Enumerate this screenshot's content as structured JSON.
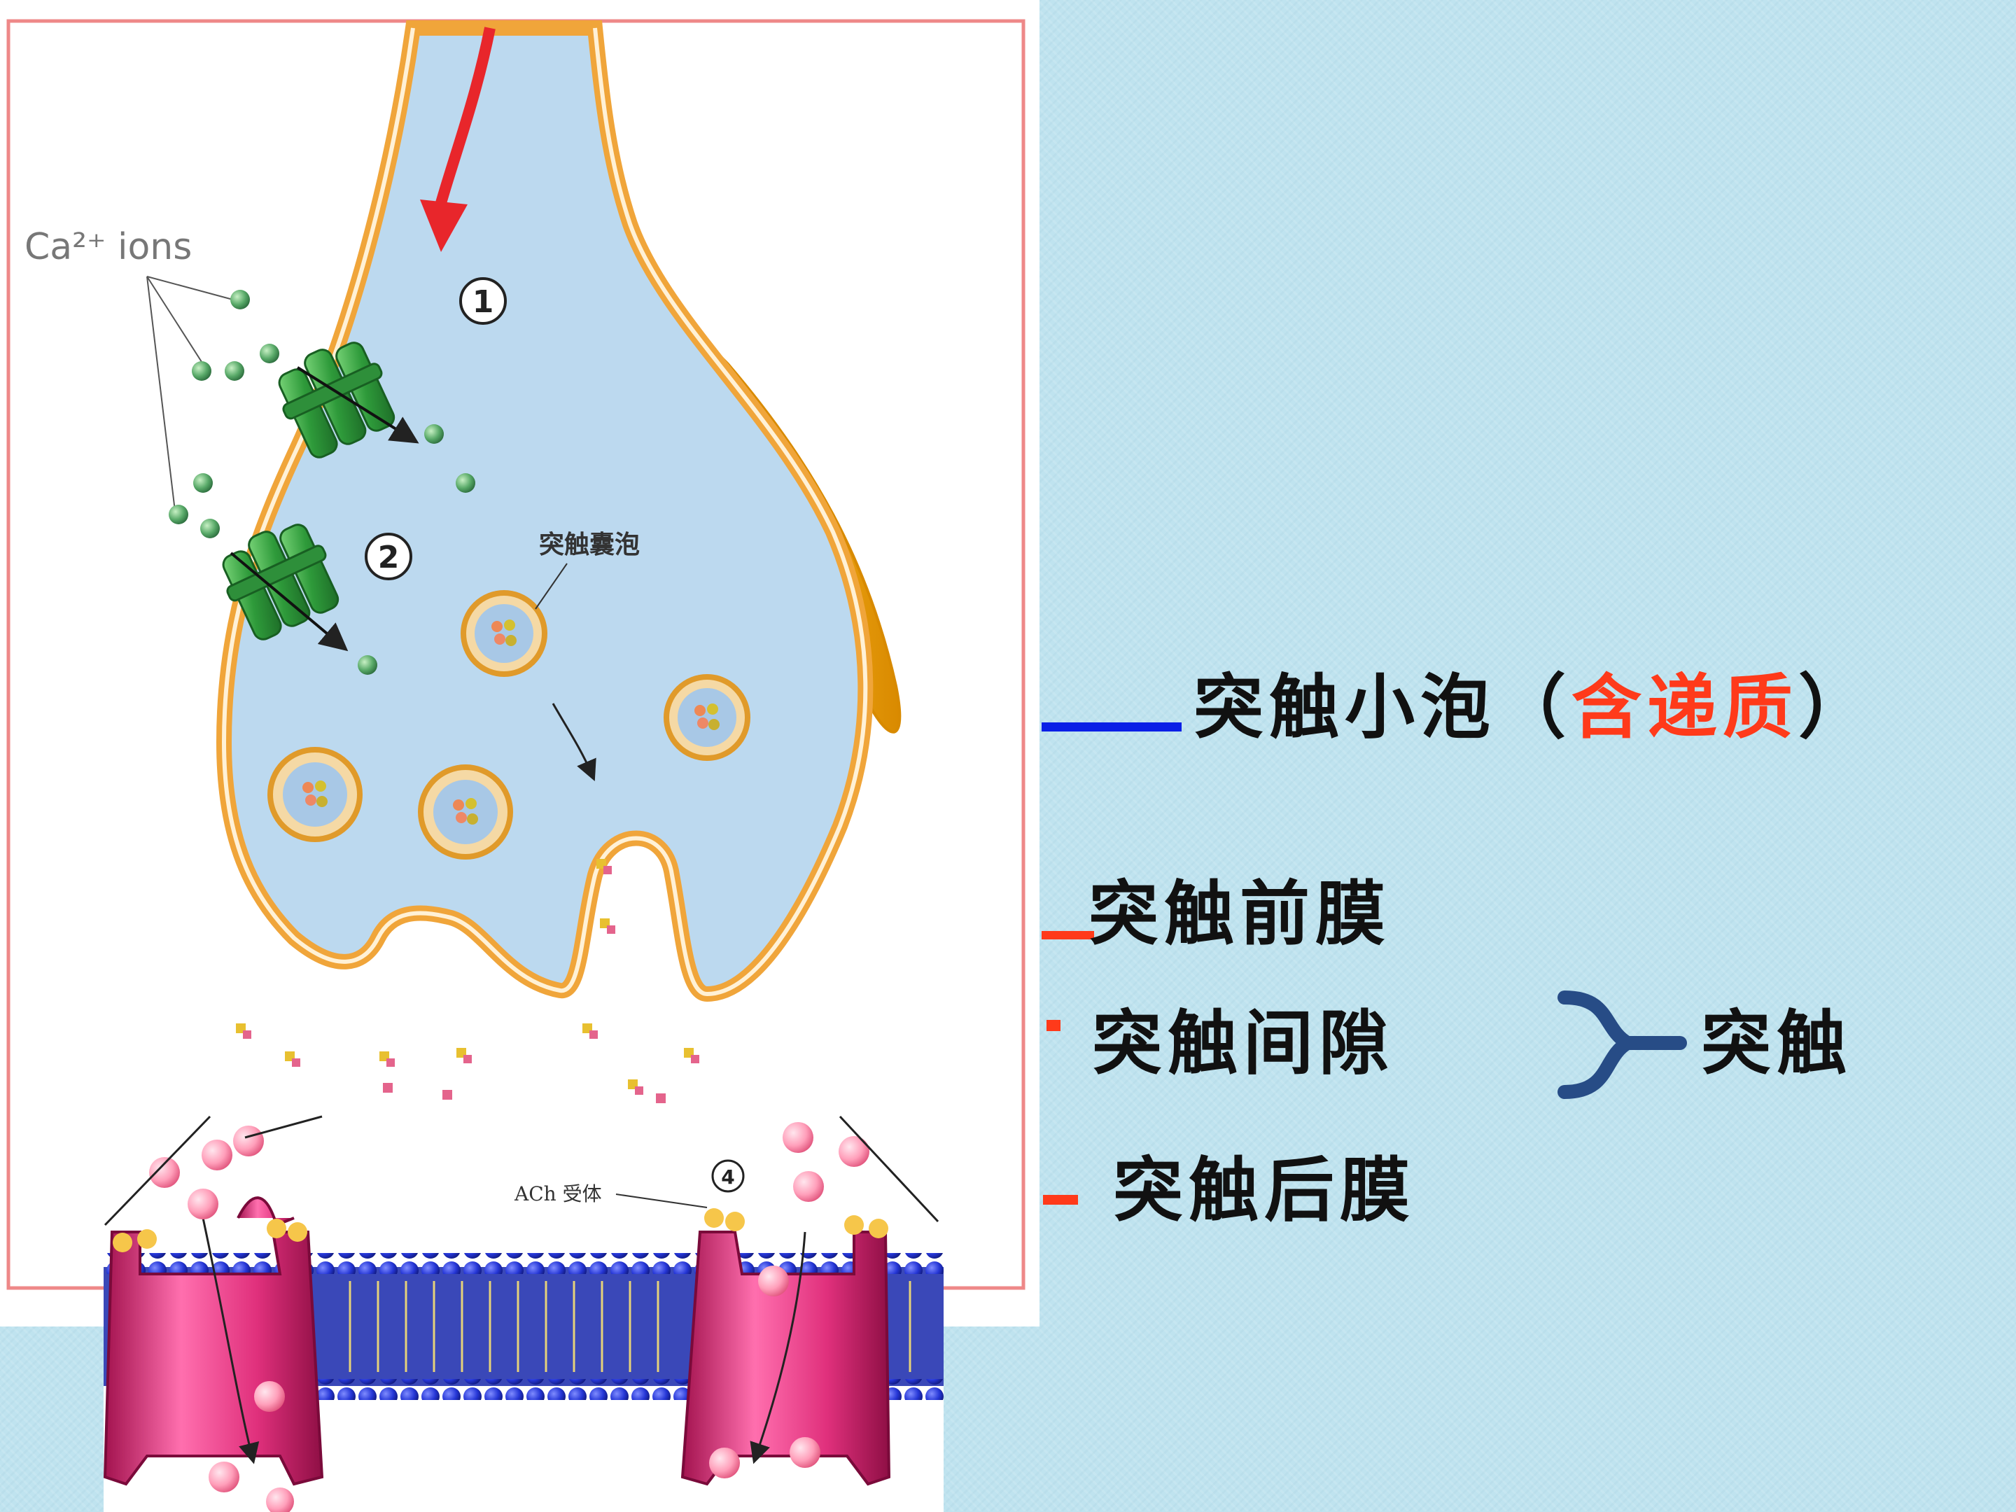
{
  "diagram": {
    "ca_label": "Ca²⁺ ions",
    "step1": "1",
    "step2": "2",
    "step4": "4",
    "vesicle_label": "突触囊泡",
    "ach_label": "ACh 受体"
  },
  "labels": {
    "vesicle_pre": "突触小泡（",
    "vesicle_highlight": "含递质",
    "vesicle_post": "）",
    "presynaptic": "突触前膜",
    "cleft": "突触间隙",
    "postsynaptic": "突触后膜",
    "synapse": "突触"
  },
  "colors": {
    "background": "#bfe3ef",
    "accent_blue": "#0a1fe6",
    "accent_red": "#ff3a1a",
    "brace": "#274c86"
  }
}
